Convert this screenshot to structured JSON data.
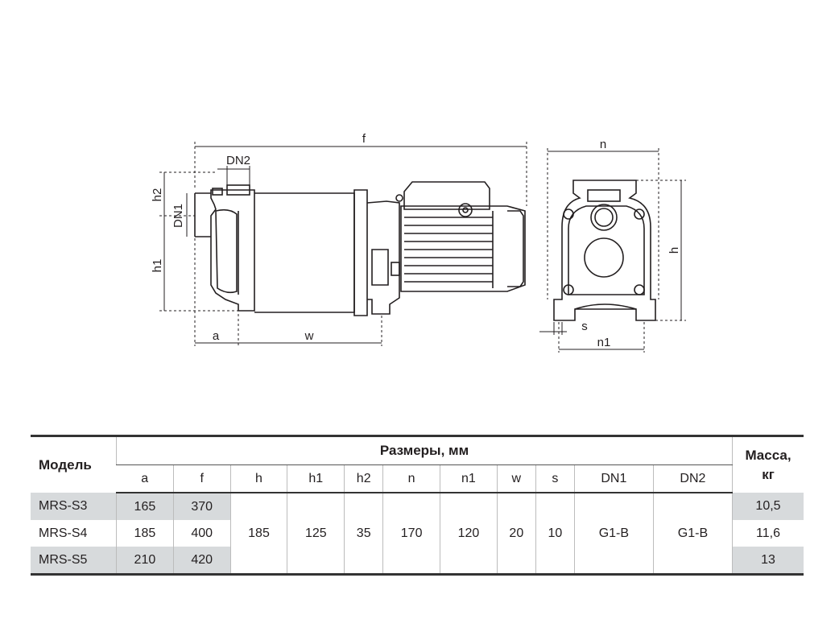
{
  "drawing": {
    "labels": {
      "f": "f",
      "dn2": "DN2",
      "h2": "h2",
      "dn1": "DN1",
      "h1": "h1",
      "a": "a",
      "w": "w",
      "n": "n",
      "h": "h",
      "s": "s",
      "n1": "n1"
    }
  },
  "table": {
    "model_header": "Модель",
    "group_header": "Размеры, мм",
    "mass_header": [
      "Масса,",
      "кг"
    ],
    "columns": [
      "a",
      "f",
      "h",
      "h1",
      "h2",
      "n",
      "n1",
      "w",
      "s",
      "DN1",
      "DN2"
    ],
    "shared": {
      "h": "185",
      "h1": "125",
      "h2": "35",
      "n": "170",
      "n1": "120",
      "w": "20",
      "s": "10",
      "DN1": "G1-B",
      "DN2": "G1-B"
    },
    "rows": [
      {
        "model": "MRS-S3",
        "a": "165",
        "f": "370",
        "mass": "10,5"
      },
      {
        "model": "MRS-S4",
        "a": "185",
        "f": "400",
        "mass": "11,6"
      },
      {
        "model": "MRS-S5",
        "a": "210",
        "f": "420",
        "mass": "13"
      }
    ]
  }
}
